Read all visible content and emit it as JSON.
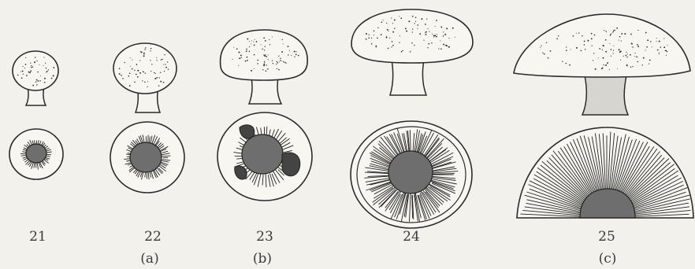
{
  "figure": {
    "stages": [
      {
        "number": "21",
        "group": ""
      },
      {
        "number": "22",
        "group": "(a)"
      },
      {
        "number": "23",
        "group": "(b)"
      },
      {
        "number": "24",
        "group": ""
      },
      {
        "number": "25",
        "group": "(c)"
      }
    ]
  }
}
